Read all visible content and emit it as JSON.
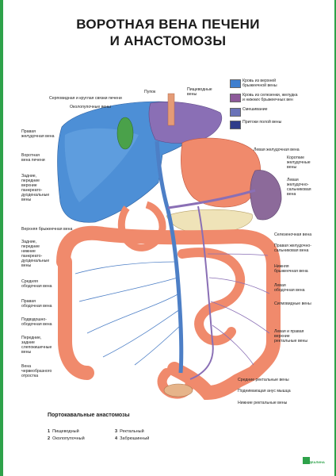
{
  "title": {
    "line1": "ВОРОТНАЯ ВЕНА ПЕЧЕНИ",
    "line2": "И АНАСТОМОЗЫ"
  },
  "legend": [
    {
      "text": "Кровь из верхней\nбрыжеечной вены",
      "color": "#3f7fcf"
    },
    {
      "text": "Кровь из селезенки, желудка\nи нижних брыжеечных вен",
      "color": "#8d5a9a"
    },
    {
      "text": "Смешивание",
      "color": "#6a73b8"
    },
    {
      "text": "Притоки полой вены",
      "color": "#2f3d8a"
    }
  ],
  "labels": {
    "pupok": "Пупок",
    "pishchevodnye_veny": "Пищеводные\nвены",
    "serpovidnaya": "Серповидная и круглая связки печени",
    "okolopupochnye": "Околопупочные вены",
    "pravaya_zheludochnaya": "Правая\nжелудочная вена",
    "vorotnaya_vena": "Воротная\nвена печени",
    "zadnie_perednie_verkhnie": "Задние,\nпередние\nверхние\nпанкреато-\nдуоденальные\nвены",
    "verkhnyaya_bryzheechnaya": "Верхняя брыжеечная вена",
    "zadnie_perednie_nizhnie": "Задние,\nпередние\nнижние\nпанкреато-\nдуоденальные\nвены",
    "srednyaya_obodochnaya": "Средняя\nободочная вена",
    "pravaya_obodochnaya": "Правая\nободочная вена",
    "podvzdoshno_obodochnaya": "Подвздошно-\nободочная вена",
    "perednie_zadnie_slepokishechnye": "Передние,\nзадние\nслепокишечные\nвены",
    "vena_chervoobraznogo": "Вена\nчервеобразного\nотростка",
    "levaya_zheludochnaya": "Левая желудочная вена",
    "korotkie_zheludochnye": "Короткие\nжелудочные\nвены",
    "levaya_zheludochno_salnikovaya": "Левая\nжелудочно-\nсальниковая\nвена",
    "selezenochnaya": "Селезеночная вена",
    "pravaya_zheludochno_salnikovaya": "Правая желудочно-\nсальниковая вена",
    "nizhnyaya_bryzheechnaya": "Нижняя\nбрыжеечная вена",
    "levaya_obodochnaya": "Левая\nободочная вена",
    "sigmovidnye": "Сигмовидные вены",
    "levaya_pravaya_rektalnye": "Левая и правая\nверхние\nректальные вены",
    "srednie_rektalnye": "Средние ректальные вены",
    "podnimayushchaya": "Поднимающая анус мышца",
    "nizhnie_rektalnye": "Нижние ректальные вены"
  },
  "anastomoses": {
    "title": "Портокавальные анастомозы",
    "items": [
      {
        "num": "1",
        "text": "Пищеводный"
      },
      {
        "num": "2",
        "text": "Околопупочный"
      },
      {
        "num": "3",
        "text": "Ректальный"
      },
      {
        "num": "4",
        "text": "Забрюшинный"
      }
    ]
  },
  "brand": "ДЕАЛИНА"
}
